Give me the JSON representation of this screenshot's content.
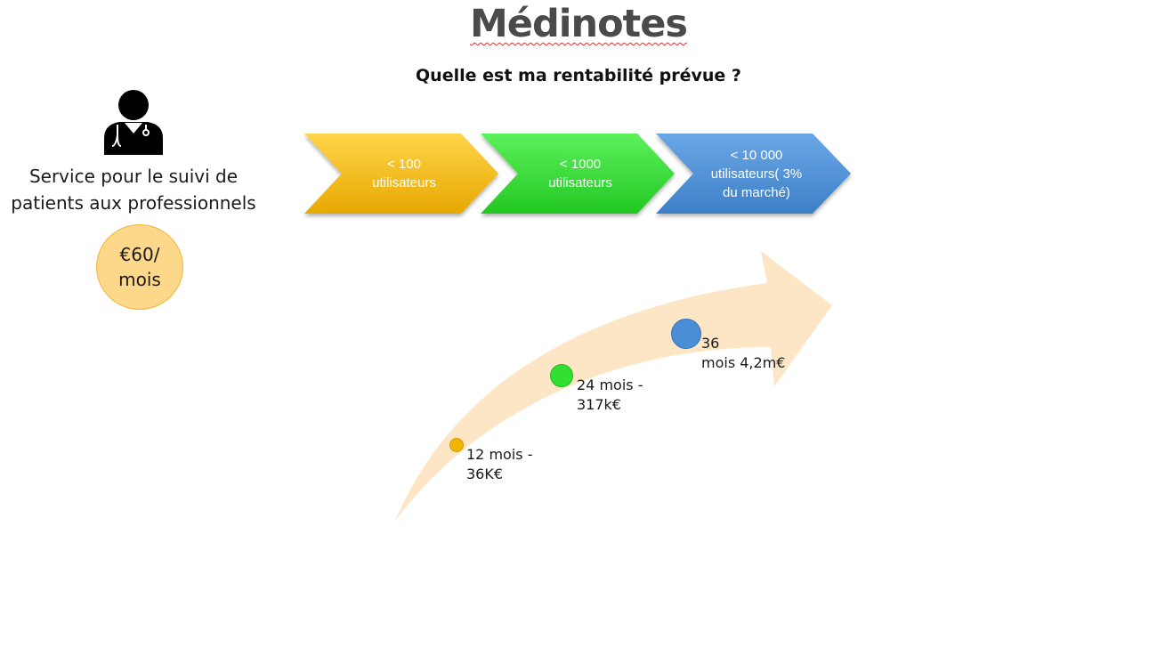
{
  "slide": {
    "title": "Médinotes",
    "subtitle": "Quelle est ma rentabilité prévue ?",
    "service_text": "Service pour le suivi de patients aux professionnels",
    "price_text": "€60/\nmois",
    "icons": [
      "doctor-stethoscope-icon"
    ],
    "stages": [
      {
        "label": "< 100\nutilisateurs",
        "color": "#f5b800"
      },
      {
        "label": "< 1000\nutilisateurs",
        "color": "#35e03a"
      },
      {
        "label": "< 10 000\nutilisateurs( 3%\ndu marché)",
        "color": "#4f90d6"
      }
    ],
    "milestones": [
      {
        "label": "12 mois -\n36K€",
        "color": "#f5b800"
      },
      {
        "label": "24 mois  -\n  317k€",
        "color": "#35e03a"
      },
      {
        "label": "  36\nmois  4,2m€",
        "color": "#4f90d6"
      }
    ],
    "arrow_color": "#fde6c6"
  }
}
